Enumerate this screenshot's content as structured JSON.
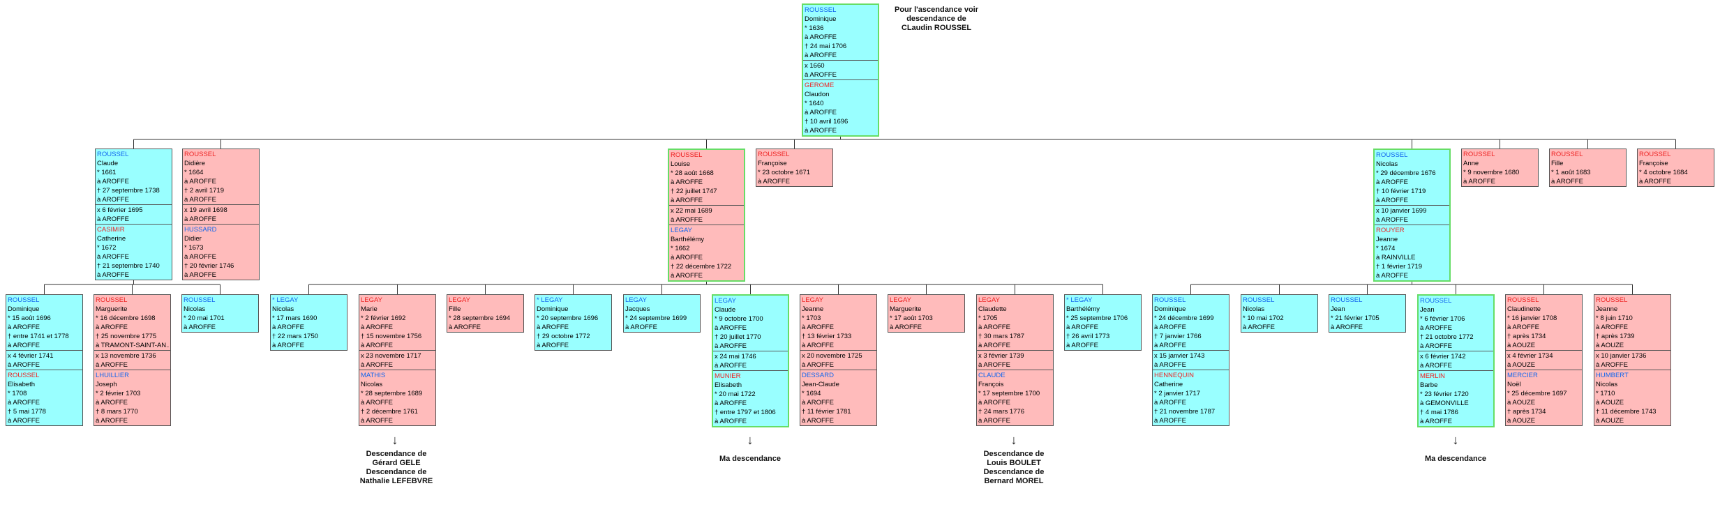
{
  "top_note": {
    "lines": [
      "Pour l'ascendance voir",
      "descendance de",
      "CLaudin ROUSSEL"
    ]
  },
  "colors": {
    "male_bg": "#99ffff",
    "female_bg": "#ffbbbb",
    "male_name": "#1166ee",
    "female_name": "#ee2222",
    "highlight_border": "#66dd66"
  },
  "nodes": [
    {
      "id": "root",
      "sex": "m",
      "hl": true,
      "sections": [
        {
          "name": "ROUSSEL",
          "sex": "m",
          "lines": [
            "Dominique",
            "* 1636",
            "à AROFFE",
            "† 24 mai 1706",
            "à AROFFE"
          ]
        },
        {
          "lines": [
            "x 1660",
            "à AROFFE"
          ]
        },
        {
          "name": "GEROME",
          "sex": "f",
          "lines": [
            "Claudon",
            "* 1640",
            "à AROFFE",
            "† 10 avril 1696",
            "à AROFFE"
          ]
        }
      ]
    },
    {
      "id": "g1a",
      "sex": "m",
      "sections": [
        {
          "name": "ROUSSEL",
          "sex": "m",
          "lines": [
            "Claude",
            "* 1661",
            "à AROFFE",
            "† 27 septembre 1738",
            "à AROFFE"
          ]
        },
        {
          "lines": [
            "x 6 février 1695",
            "à AROFFE"
          ]
        },
        {
          "name": "CASIMIR",
          "sex": "f",
          "lines": [
            "Catherine",
            "* 1672",
            "à AROFFE",
            "† 21 septembre 1740",
            "à AROFFE"
          ]
        }
      ]
    },
    {
      "id": "g1b",
      "sex": "f",
      "sections": [
        {
          "name": "ROUSSEL",
          "sex": "f",
          "lines": [
            "Didière",
            "* 1664",
            "à AROFFE",
            "† 2 avril 1719",
            "à AROFFE"
          ]
        },
        {
          "lines": [
            "x 19 avril 1698",
            "à AROFFE"
          ]
        },
        {
          "name": "HUSSARD",
          "sex": "m",
          "lines": [
            "Didier",
            "* 1673",
            "à AROFFE",
            "† 20 février 1746",
            "à AROFFE"
          ]
        }
      ]
    },
    {
      "id": "g1c",
      "sex": "f",
      "hl": true,
      "sections": [
        {
          "name": "ROUSSEL",
          "sex": "f",
          "lines": [
            "Louise",
            "* 28 août 1668",
            "à AROFFE",
            "† 22 juillet 1747",
            "à AROFFE"
          ]
        },
        {
          "lines": [
            "x 22 mai 1689",
            "à AROFFE"
          ]
        },
        {
          "name": "LEGAY",
          "sex": "m",
          "lines": [
            "Barthélémy",
            "* 1662",
            "à AROFFE",
            "† 22 décembre 1722",
            "à AROFFE"
          ]
        }
      ]
    },
    {
      "id": "g1d",
      "sex": "f",
      "sections": [
        {
          "name": "ROUSSEL",
          "sex": "f",
          "lines": [
            "Françoise",
            "* 23 octobre 1671",
            "à AROFFE"
          ]
        }
      ]
    },
    {
      "id": "g1e",
      "sex": "m",
      "hl": true,
      "sections": [
        {
          "name": "ROUSSEL",
          "sex": "m",
          "lines": [
            "Nicolas",
            "* 29 décembre 1676",
            "à AROFFE",
            "† 10 février 1719",
            "à AROFFE"
          ]
        },
        {
          "lines": [
            "x 10 janvier 1699",
            "à AROFFE"
          ]
        },
        {
          "name": "ROUYER",
          "sex": "f",
          "lines": [
            "Jeanne",
            "* 1674",
            "à RAINVILLE",
            "† 1 février 1719",
            "à AROFFE"
          ]
        }
      ]
    },
    {
      "id": "g1f",
      "sex": "f",
      "sections": [
        {
          "name": "ROUSSEL",
          "sex": "f",
          "lines": [
            "Anne",
            "* 9 novembre 1680",
            "à AROFFE"
          ]
        }
      ]
    },
    {
      "id": "g1g",
      "sex": "f",
      "sections": [
        {
          "name": "ROUSSEL",
          "sex": "f",
          "lines": [
            "Fille",
            "* 1 août 1683",
            "à AROFFE"
          ]
        }
      ]
    },
    {
      "id": "g1h",
      "sex": "f",
      "sections": [
        {
          "name": "ROUSSEL",
          "sex": "f",
          "lines": [
            "Françoise",
            "* 4 octobre 1684",
            "à AROFFE"
          ]
        }
      ]
    },
    {
      "id": "c1",
      "sex": "m",
      "sections": [
        {
          "name": "ROUSSEL",
          "sex": "m",
          "lines": [
            "Dominique",
            "* 15 août 1696",
            "à AROFFE",
            "† entre 1741 et 1778",
            "à AROFFE"
          ]
        },
        {
          "lines": [
            "x 4 février 1741",
            "à AROFFE"
          ]
        },
        {
          "name": "ROUSSEL",
          "sex": "f",
          "lines": [
            "Elisabeth",
            "* 1708",
            "à AROFFE",
            "† 5 mai 1778",
            "à AROFFE"
          ]
        }
      ]
    },
    {
      "id": "c2",
      "sex": "f",
      "sections": [
        {
          "name": "ROUSSEL",
          "sex": "f",
          "lines": [
            "Marguerite",
            "* 16 décembre 1698",
            "à AROFFE",
            "† 25 novembre 1775",
            "à TRAMONT-SAINT-AN..."
          ]
        },
        {
          "lines": [
            "x 13 novembre 1736",
            "à AROFFE"
          ]
        },
        {
          "name": "LHUILLIER",
          "sex": "m",
          "lines": [
            "Joseph",
            "* 2 février 1703",
            "à AROFFE",
            "† 8 mars 1770",
            "à AROFFE"
          ]
        }
      ]
    },
    {
      "id": "c3",
      "sex": "m",
      "sections": [
        {
          "name": "ROUSSEL",
          "sex": "m",
          "lines": [
            "Nicolas",
            "* 20 mai 1701",
            "à AROFFE"
          ]
        }
      ]
    },
    {
      "id": "c4",
      "sex": "m",
      "sections": [
        {
          "name": "* LEGAY",
          "sex": "m",
          "lines": [
            "Nicolas",
            "* 17 mars 1690",
            "à AROFFE",
            "† 22 mars 1750",
            "à AROFFE"
          ]
        }
      ]
    },
    {
      "id": "c5",
      "sex": "f",
      "sections": [
        {
          "name": "LEGAY",
          "sex": "f",
          "lines": [
            "Marie",
            "* 2 février 1692",
            "à AROFFE",
            "† 15 novembre 1756",
            "à AROFFE"
          ]
        },
        {
          "lines": [
            "x 23 novembre 1717",
            "à AROFFE"
          ]
        },
        {
          "name": "MATHIS",
          "sex": "m",
          "lines": [
            "Nicolas",
            "* 28 septembre 1689",
            "à AROFFE",
            "† 2 décembre 1761",
            "à AROFFE"
          ]
        }
      ]
    },
    {
      "id": "c6",
      "sex": "f",
      "sections": [
        {
          "name": "LEGAY",
          "sex": "f",
          "lines": [
            "Fille",
            "* 28 septembre 1694",
            "à AROFFE"
          ]
        }
      ]
    },
    {
      "id": "c7",
      "sex": "m",
      "sections": [
        {
          "name": "* LEGAY",
          "sex": "m",
          "lines": [
            "Dominique",
            "* 20 septembre 1696",
            "à AROFFE",
            "† 29 octobre 1772",
            "à AROFFE"
          ]
        }
      ]
    },
    {
      "id": "c8",
      "sex": "m",
      "sections": [
        {
          "name": "LEGAY",
          "sex": "m",
          "lines": [
            "Jacques",
            "* 24 septembre 1699",
            "à AROFFE"
          ]
        }
      ]
    },
    {
      "id": "c9",
      "sex": "m",
      "hl": true,
      "sections": [
        {
          "name": "LEGAY",
          "sex": "m",
          "lines": [
            "Claude",
            "* 9 octobre 1700",
            "à AROFFE",
            "† 20 juillet 1770",
            "à AROFFE"
          ]
        },
        {
          "lines": [
            "x 24 mai 1746",
            "à AROFFE"
          ]
        },
        {
          "name": "MUNIER",
          "sex": "f",
          "lines": [
            "Elisabeth",
            "* 20 mai 1722",
            "à AROFFE",
            "† entre 1797 et 1806",
            "à AROFFE"
          ]
        }
      ]
    },
    {
      "id": "c10",
      "sex": "f",
      "sections": [
        {
          "name": "LEGAY",
          "sex": "f",
          "lines": [
            "Jeanne",
            "* 1703",
            "à AROFFE",
            "† 13 février 1733",
            "à AROFFE"
          ]
        },
        {
          "lines": [
            "x 20 novembre 1725",
            "à AROFFE"
          ]
        },
        {
          "name": "DESSARD",
          "sex": "m",
          "lines": [
            "Jean-Claude",
            "* 1694",
            "à AROFFE",
            "† 11 février 1781",
            "à AROFFE"
          ]
        }
      ]
    },
    {
      "id": "c11",
      "sex": "f",
      "sections": [
        {
          "name": "LEGAY",
          "sex": "f",
          "lines": [
            "Marguerite",
            "* 17 août 1703",
            "à AROFFE"
          ]
        }
      ]
    },
    {
      "id": "c12",
      "sex": "f",
      "sections": [
        {
          "name": "LEGAY",
          "sex": "f",
          "lines": [
            "Claudette",
            "* 1705",
            "à AROFFE",
            "† 30 mars 1787",
            "à AROFFE"
          ]
        },
        {
          "lines": [
            "x 3 février 1739",
            "à AROFFE"
          ]
        },
        {
          "name": "CLAUDE",
          "sex": "m",
          "lines": [
            "François",
            "* 17 septembre 1700",
            "à AROFFE",
            "† 24 mars 1776",
            "à AROFFE"
          ]
        }
      ]
    },
    {
      "id": "c13",
      "sex": "m",
      "sections": [
        {
          "name": "* LEGAY",
          "sex": "m",
          "lines": [
            "Barthélémy",
            "* 25 septembre 1706",
            "à AROFFE",
            "† 26 avril 1773",
            "à AROFFE"
          ]
        }
      ]
    },
    {
      "id": "c14",
      "sex": "m",
      "sections": [
        {
          "name": "ROUSSEL",
          "sex": "m",
          "lines": [
            "Dominique",
            "* 24 décembre 1699",
            "à AROFFE",
            "† 7 janvier 1766",
            "à AROFFE"
          ]
        },
        {
          "lines": [
            "x 15 janvier 1743",
            "à AROFFE"
          ]
        },
        {
          "name": "HENNEQUIN",
          "sex": "f",
          "lines": [
            "Catherine",
            "* 2 janvier 1717",
            "à AROFFE",
            "† 21 novembre 1787",
            "à AROFFE"
          ]
        }
      ]
    },
    {
      "id": "c15",
      "sex": "m",
      "sections": [
        {
          "name": "ROUSSEL",
          "sex": "m",
          "lines": [
            "Nicolas",
            "* 10 mai 1702",
            "à AROFFE"
          ]
        }
      ]
    },
    {
      "id": "c16",
      "sex": "m",
      "sections": [
        {
          "name": "ROUSSEL",
          "sex": "m",
          "lines": [
            "Jean",
            "* 21 février 1705",
            "à AROFFE"
          ]
        }
      ]
    },
    {
      "id": "c17",
      "sex": "m",
      "hl": true,
      "sections": [
        {
          "name": "ROUSSEL",
          "sex": "m",
          "lines": [
            "Jean",
            "* 6 février 1706",
            "à AROFFE",
            "† 21 octobre 1772",
            "à AROFFE"
          ]
        },
        {
          "lines": [
            "x 6 février 1742",
            "à AROFFE"
          ]
        },
        {
          "name": "MERLIN",
          "sex": "f",
          "lines": [
            "Barbe",
            "* 23 février 1720",
            "à GEMONVILLE",
            "† 4 mai 1786",
            "à AROFFE"
          ]
        }
      ]
    },
    {
      "id": "c18",
      "sex": "f",
      "sections": [
        {
          "name": "ROUSSEL",
          "sex": "f",
          "lines": [
            "Claudinette",
            "* 16 janvier 1708",
            "à AROFFE",
            "† après 1734",
            "à AOUZE"
          ]
        },
        {
          "lines": [
            "x 4 février 1734",
            "à AOUZE"
          ]
        },
        {
          "name": "MERCIER",
          "sex": "m",
          "lines": [
            "Noël",
            "* 25 décembre 1697",
            "à AOUZE",
            "† après 1734",
            "à AOUZE"
          ]
        }
      ]
    },
    {
      "id": "c19",
      "sex": "f",
      "sections": [
        {
          "name": "ROUSSEL",
          "sex": "f",
          "lines": [
            "Jeanne",
            "* 8 juin 1710",
            "à AROFFE",
            "† après 1739",
            "à AOUZE"
          ]
        },
        {
          "lines": [
            "x 10 janvier 1736",
            "à AROFFE"
          ]
        },
        {
          "name": "HUMBERT",
          "sex": "m",
          "lines": [
            "Nicolas",
            "* 1710",
            "à AOUZE",
            "† 11 décembre 1743",
            "à AOUZE"
          ]
        }
      ]
    }
  ],
  "notes": [
    {
      "id": "n1",
      "lines": [
        "Descendance de",
        "Gérard GELE",
        "Descendance de",
        "Nathalie LEFEBVRE"
      ]
    },
    {
      "id": "n2",
      "lines": [
        "Ma descendance"
      ]
    },
    {
      "id": "n3",
      "lines": [
        "Descendance de",
        "Louis BOULET",
        "Descendance de",
        "Bernard MOREL"
      ]
    },
    {
      "id": "n4",
      "lines": [
        "Ma descendance"
      ]
    }
  ]
}
